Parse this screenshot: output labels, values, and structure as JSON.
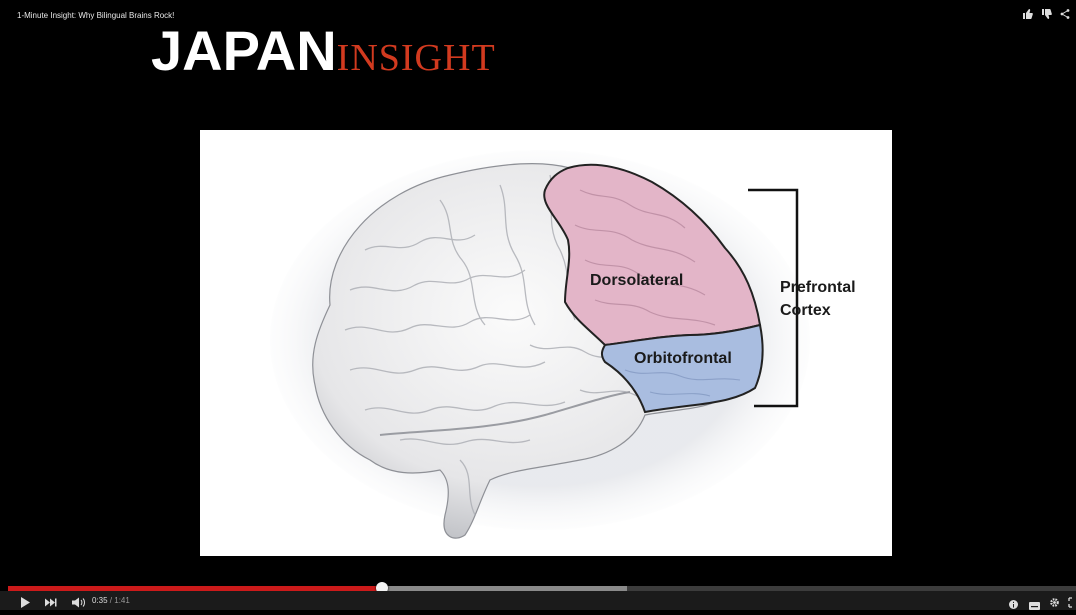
{
  "video": {
    "title": "1-Minute Insight: Why Bilingual Brains Rock!",
    "progress_fraction": 0.35,
    "buffered_fraction": 0.58
  },
  "logo": {
    "main": "JAPAN",
    "sub": "INSIGHT"
  },
  "slide": {
    "labels": {
      "dorsolateral": "Dorsolateral",
      "orbitofrontal": "Orbitofrontal",
      "prefrontal_line1": "Prefrontal",
      "prefrontal_line2": "Cortex"
    },
    "colors": {
      "dorsolateral": "#e3b5c8",
      "orbitofrontal": "#a9bde0"
    }
  },
  "player": {
    "current_time": "0:35",
    "separator": " / ",
    "duration": "1:41",
    "accent_color": "#cc1a1a"
  }
}
